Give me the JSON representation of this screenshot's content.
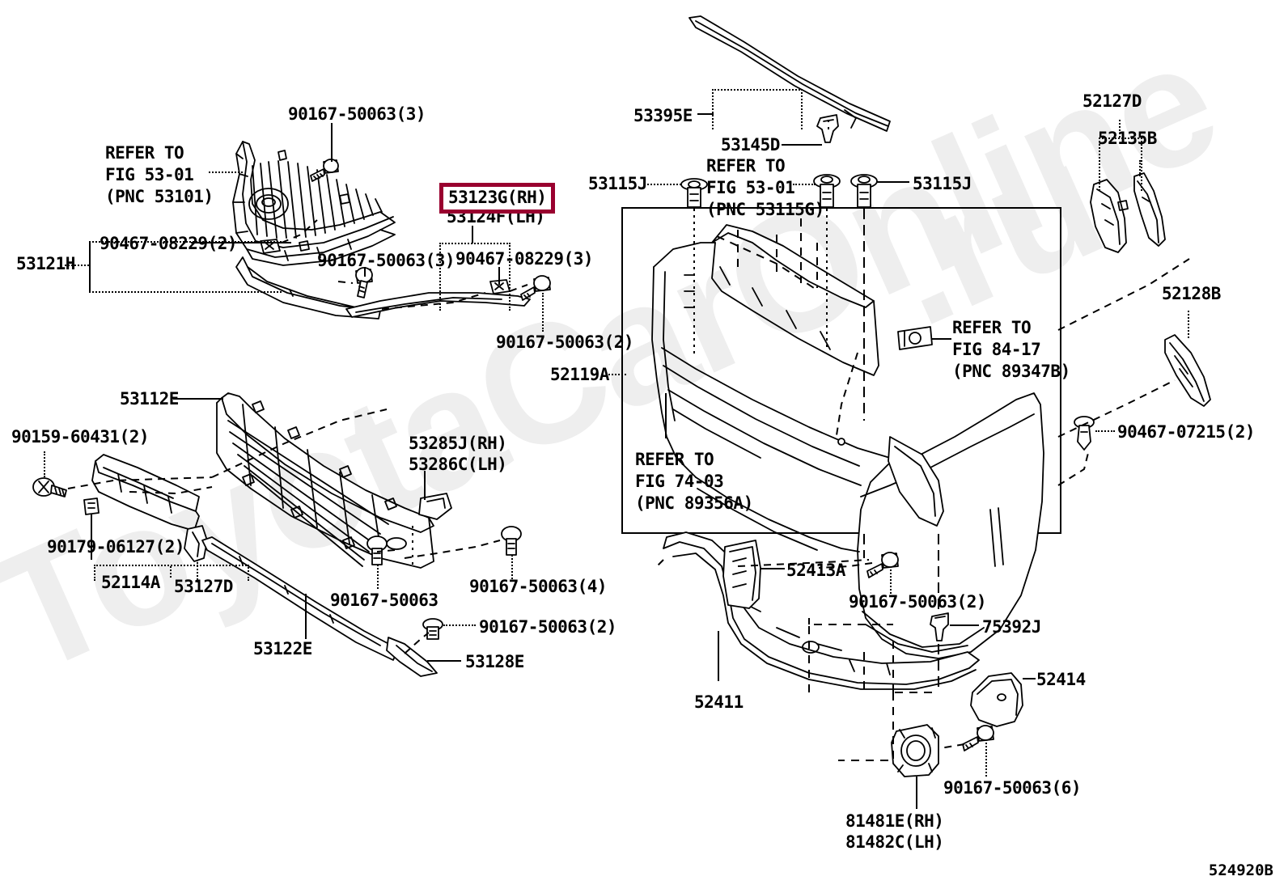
{
  "figure": {
    "id": "524920B",
    "watermark_main": "ToyotaCarOnline",
    "watermark_tail": ".ru",
    "highlight_color": "#99002f"
  },
  "highlight": {
    "part_no": "53123G(RH)"
  },
  "labels": {
    "refer_53101": "REFER TO\nFIG 53-01\n(PNC 53101)",
    "refer_53115g": "REFER TO\nFIG 53-01\n(PNC 53115G)",
    "refer_8417": "REFER TO\nFIG 84-17\n(PNC 89347B)",
    "refer_7403": "REFER TO\nFIG 74-03\n(PNC 89356A)",
    "p_90167_50063_3a": "90167-50063(3)",
    "p_90167_50063_3b": "90167-50063(3)",
    "p_90167_50063_2a": "90167-50063(2)",
    "p_90167_50063_2b": "90167-50063(2)",
    "p_90167_50063_2c": "90167-50063(2)",
    "p_90167_50063_4": "90167-50063(4)",
    "p_90167_50063_6": "90167-50063(6)",
    "p_90167_50063": "90167-50063",
    "p_90467_08229_2": "90467-08229(2)",
    "p_90467_08229_3": "90467-08229(3)",
    "p_90467_07215_2": "90467-07215(2)",
    "p_90159_60431_2": "90159-60431(2)",
    "p_90179_06127_2": "90179-06127(2)",
    "p_53121H": "53121H",
    "p_53124F": "53124F(LH)",
    "p_53112E": "53112E",
    "p_53122E": "53122E",
    "p_53127D": "53127D",
    "p_53128E": "53128E",
    "p_53285J": "53285J(RH)",
    "p_53286C": "53286C(LH)",
    "p_53395E": "53395E",
    "p_53145D": "53145D",
    "p_53115J_left": "53115J",
    "p_53115J_right": "53115J",
    "p_52114A": "52114A",
    "p_52119A": "52119A",
    "p_52127D": "52127D",
    "p_52135B": "52135B",
    "p_52128B": "52128B",
    "p_52411": "52411",
    "p_52413A": "52413A",
    "p_52414": "52414",
    "p_75392J": "75392J",
    "p_81481E": "81481E(RH)",
    "p_81482C": "81482C(LH)"
  }
}
